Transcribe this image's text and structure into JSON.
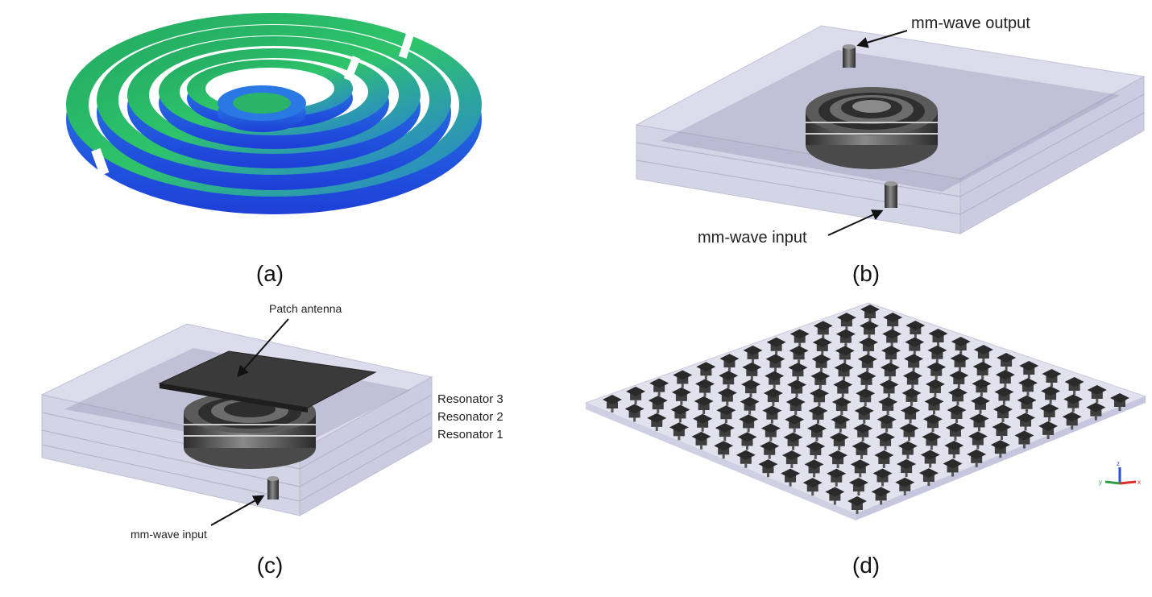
{
  "panels": {
    "a": {
      "caption": "(a)"
    },
    "b": {
      "caption": "(b)",
      "label_output": "mm-wave output",
      "label_input": "mm-wave input"
    },
    "c": {
      "caption": "(c)",
      "label_patch": "Patch antenna",
      "label_res3": "Resonator 3",
      "label_res2": "Resonator 2",
      "label_res1": "Resonator 1",
      "label_input": "mm-wave input"
    },
    "d": {
      "caption": "(d)",
      "array_rows": 12,
      "array_cols": 12
    }
  },
  "axis_triad": {
    "x": "x",
    "y": "y",
    "z": "z"
  },
  "colors": {
    "resonator_green": "#2fb35a",
    "resonator_blue": "#2a4fe0",
    "substrate": "#c9c9de",
    "metal_dark": "#3a3a3a"
  }
}
